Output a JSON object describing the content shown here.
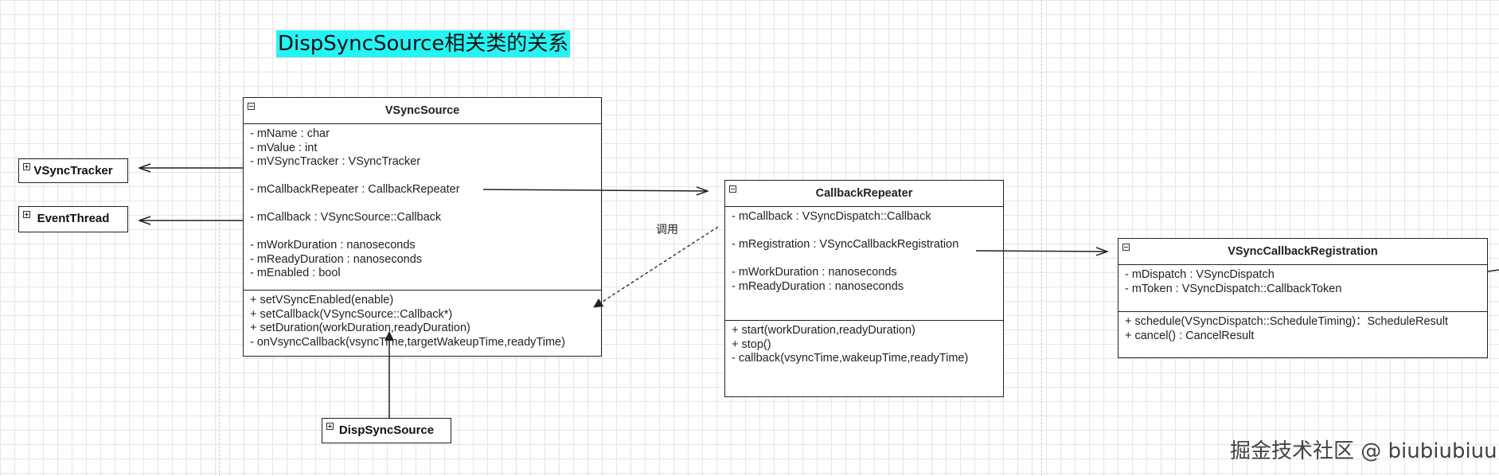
{
  "title": "DispSyncSource相关类的关系",
  "call_label": "调用",
  "watermark": "掘金技术社区 @ biubiubiuu",
  "colors": {
    "title_highlight": "#25f4f4",
    "line": "#222222",
    "grid": "#e6e6e6"
  },
  "classes": {
    "vsync_source": {
      "name": "VSyncSource",
      "fields": [
        "- mName : char",
        "- mValue : int",
        "- mVSyncTracker : VSyncTracker",
        "",
        "- mCallbackRepeater : CallbackRepeater",
        "",
        "- mCallback : VSyncSource::Callback",
        "",
        "- mWorkDuration : nanoseconds",
        "- mReadyDuration : nanoseconds",
        "- mEnabled : bool"
      ],
      "methods": [
        "+ setVSyncEnabled(enable)",
        "+ setCallback(VSyncSource::Callback*)",
        "+ setDuration(workDuration,readyDuration)",
        "- onVsyncCallback(vsyncTime,targetWakeupTime,readyTime)"
      ]
    },
    "callback_repeater": {
      "name": "CallbackRepeater",
      "fields": [
        "- mCallback : VSyncDispatch::Callback",
        "",
        "- mRegistration : VSyncCallbackRegistration",
        "",
        "- mWorkDuration : nanoseconds",
        "- mReadyDuration : nanoseconds"
      ],
      "methods": [
        "+ start(workDuration,readyDuration)",
        "+ stop()",
        "- callback(vsyncTime,wakeupTime,readyTime)"
      ]
    },
    "vsync_callback_registration": {
      "name": "VSyncCallbackRegistration",
      "fields": [
        "- mDispatch : VSyncDispatch",
        "- mToken : VSyncDispatch::CallbackToken"
      ],
      "methods": [
        "+ schedule(VSyncDispatch::ScheduleTiming)：ScheduleResult",
        "+ cancel() : CancelResult"
      ]
    },
    "vsync_tracker": {
      "name": "VSyncTracker"
    },
    "event_thread": {
      "name": "EventThread"
    },
    "disp_sync_source": {
      "name": "DispSyncSource"
    }
  }
}
